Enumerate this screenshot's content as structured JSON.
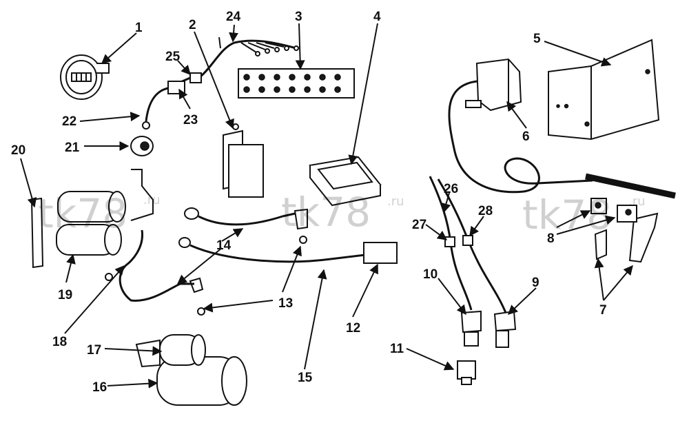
{
  "callouts": [
    "1",
    "2",
    "3",
    "4",
    "5",
    "6",
    "7",
    "8",
    "9",
    "10",
    "11",
    "12",
    "13",
    "14",
    "15",
    "16",
    "17",
    "18",
    "19",
    "20",
    "21",
    "22",
    "23",
    "24",
    "25",
    "26",
    "27",
    "28"
  ],
  "watermark": {
    "text": "tk78",
    "sup": ".ru"
  }
}
